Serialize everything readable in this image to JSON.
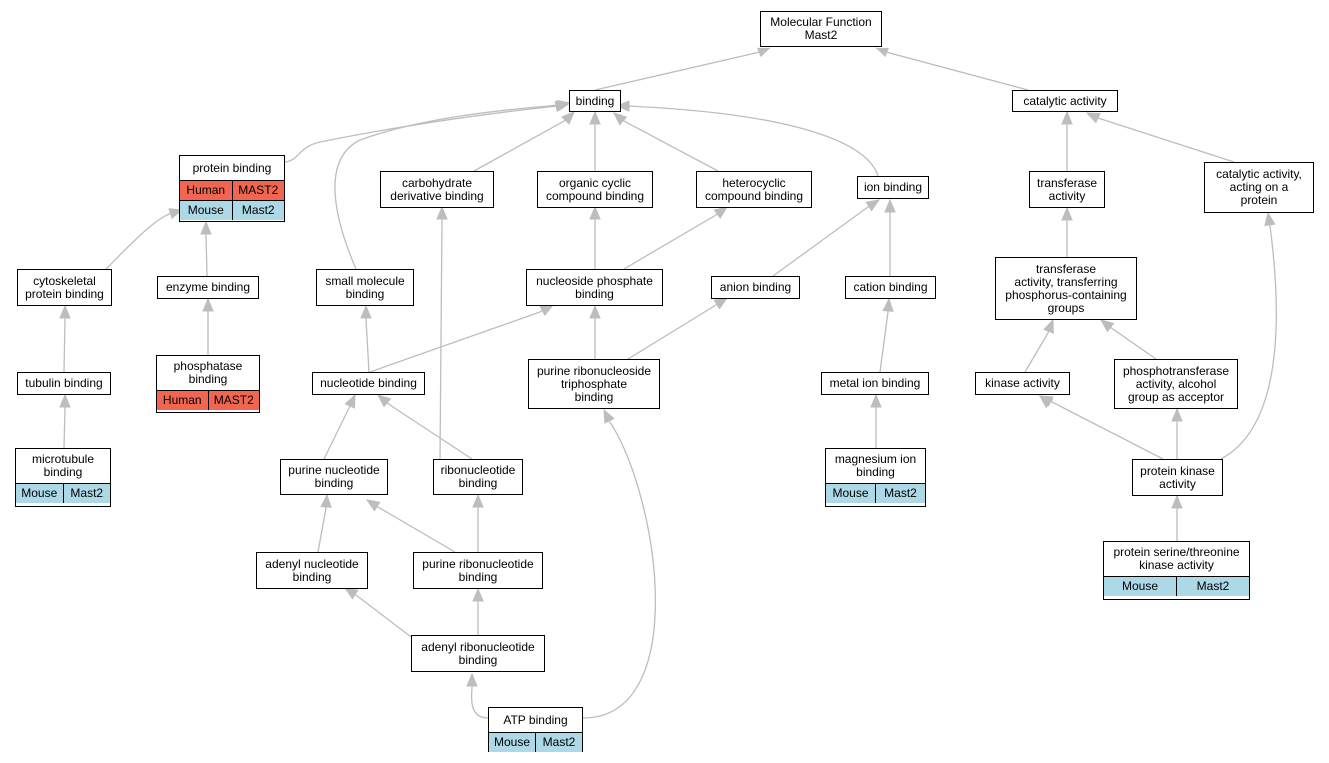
{
  "diagram": {
    "root": "Molecular Function\nMast2",
    "nodes": {
      "mf": "Molecular Function\nMast2",
      "binding": "binding",
      "catalytic": "catalytic activity",
      "protein_binding": "protein binding",
      "carb_deriv": "carbohydrate\nderivative binding",
      "org_cyclic": "organic cyclic\ncompound binding",
      "hetero": "heterocyclic\ncompound binding",
      "ion_binding": "ion binding",
      "transferase": "transferase\nactivity",
      "cat_protein": "catalytic activity,\nacting on a\nprotein",
      "cytoskel": "cytoskeletal\nprotein binding",
      "enzyme": "enzyme binding",
      "small_mol": "small molecule\nbinding",
      "nuc_phos": "nucleoside phosphate\nbinding",
      "anion": "anion binding",
      "cation": "cation binding",
      "transf_p": "transferase\nactivity, transferring\nphosphorus-containing\ngroups",
      "tubulin": "tubulin binding",
      "phosphatase": "phosphatase\nbinding",
      "nucleotide": "nucleotide binding",
      "pur_ribo_tp": "purine ribonucleoside\ntriphosphate\nbinding",
      "metal": "metal ion binding",
      "kinase": "kinase activity",
      "phosphotransf": "phosphotransferase\nactivity, alcohol\ngroup as acceptor",
      "microtubule": "microtubule\nbinding",
      "purine_nuc": "purine nucleotide\nbinding",
      "ribonuc": "ribonucleotide\nbinding",
      "magnesium": "magnesium ion\nbinding",
      "prot_kinase": "protein kinase\nactivity",
      "adenyl_nuc": "adenyl nucleotide\nbinding",
      "pur_ribonuc": "purine ribonucleotide\nbinding",
      "ser_thr": "protein serine/threonine\nkinase activity",
      "adenyl_ribo": "adenyl ribonucleotide\nbinding",
      "atp": "ATP binding"
    },
    "species": {
      "human": "Human",
      "mouse": "Mouse",
      "human_gene": "MAST2",
      "mouse_gene": "Mast2"
    },
    "colors": {
      "human": "#f26550",
      "mouse": "#add8e6",
      "edge": "#bdbdbd",
      "border": "#000000"
    }
  }
}
